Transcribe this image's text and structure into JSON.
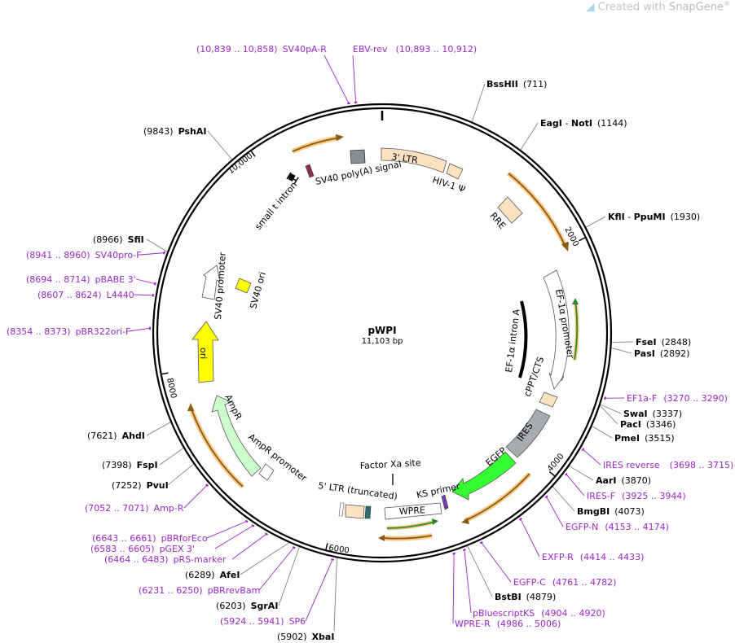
{
  "watermark": {
    "prefix": "Created with ",
    "brand": "SnapGene",
    "mark": "®"
  },
  "plasmid": {
    "name": "pWPI",
    "size_label": "11,103 bp",
    "length": 11103
  },
  "ticks": [
    {
      "pos": 2000,
      "label": "2000"
    },
    {
      "pos": 4000,
      "label": "4000"
    },
    {
      "pos": 6000,
      "label": "6000"
    },
    {
      "pos": 8000,
      "label": "8000"
    },
    {
      "pos": 10000,
      "label": "10,000"
    }
  ],
  "sites": [
    {
      "id": "bsshii",
      "name": "BssHII",
      "pos": "(711)",
      "bp": 711
    },
    {
      "id": "eagi",
      "name": "EagI",
      "sep": " - ",
      "name2": "NotI",
      "pos": "(1144)",
      "bp": 1144
    },
    {
      "id": "kfli",
      "name": "KflI",
      "sep": " - ",
      "name2": "PpuMI",
      "pos": "(1930)",
      "bp": 1930
    },
    {
      "id": "fsei",
      "name": "FseI",
      "pos": "(2848)",
      "bp": 2848
    },
    {
      "id": "pasi",
      "name": "PasI",
      "pos": "(2892)",
      "bp": 2892
    },
    {
      "id": "swai",
      "name": "SwaI",
      "pos": "(3337)",
      "bp": 3337
    },
    {
      "id": "paci",
      "name": "PacI",
      "pos": "(3346)",
      "bp": 3346
    },
    {
      "id": "pmei",
      "name": "PmeI",
      "pos": "(3515)",
      "bp": 3515
    },
    {
      "id": "aari",
      "name": "AarI",
      "pos": "(3870)",
      "bp": 3870
    },
    {
      "id": "bmgbi",
      "name": "BmgBI",
      "pos": "(4073)",
      "bp": 4073
    },
    {
      "id": "bstbi",
      "name": "BstBI",
      "pos": "(4879)",
      "bp": 4879
    },
    {
      "id": "xbai",
      "name": "XbaI",
      "pos": "(5902)",
      "bp": 5902
    },
    {
      "id": "sgrai",
      "name": "SgrAI",
      "pos": "(6203)",
      "bp": 6203
    },
    {
      "id": "afei",
      "name": "AfeI",
      "pos": "(6289)",
      "bp": 6289
    },
    {
      "id": "pvui",
      "name": "PvuI",
      "pos": "(7252)",
      "bp": 7252
    },
    {
      "id": "fspi",
      "name": "FspI",
      "pos": "(7398)",
      "bp": 7398
    },
    {
      "id": "ahdi",
      "name": "AhdI",
      "pos": "(7621)",
      "bp": 7621
    },
    {
      "id": "sfii",
      "name": "SfiI",
      "pos": "(8966)",
      "bp": 8966
    },
    {
      "id": "pshai",
      "name": "PshAI",
      "pos": "(9843)",
      "bp": 9843
    }
  ],
  "primers": [
    {
      "id": "sv40pa-r",
      "name": "SV40pA-R",
      "range": "(10,839 .. 10,858)",
      "bp": 10848
    },
    {
      "id": "ebv-rev",
      "name": "EBV-rev",
      "range": "(10,893 .. 10,912)",
      "bp": 10902
    },
    {
      "id": "ef1a-f",
      "name": "EF1a-F",
      "range": "(3270 .. 3290)",
      "bp": 3280
    },
    {
      "id": "ires-reverse",
      "name": "IRES reverse",
      "range": "(3698 .. 3715)",
      "bp": 3706
    },
    {
      "id": "ires-f",
      "name": "IRES-F",
      "range": "(3925 .. 3944)",
      "bp": 3934
    },
    {
      "id": "egfp-n",
      "name": "EGFP-N",
      "range": "(4153 .. 4174)",
      "bp": 4163
    },
    {
      "id": "exfp-r",
      "name": "EXFP-R",
      "range": "(4414 .. 4433)",
      "bp": 4423
    },
    {
      "id": "egfp-c",
      "name": "EGFP-C",
      "range": "(4761 .. 4782)",
      "bp": 4771
    },
    {
      "id": "pbluescriptks",
      "name": "pBluescriptKS",
      "range": "(4904 .. 4920)",
      "bp": 4912
    },
    {
      "id": "wpre-r",
      "name": "WPRE-R",
      "range": "(4986 .. 5006)",
      "bp": 4996
    },
    {
      "id": "sp6",
      "name": "SP6",
      "range": "(5924 .. 5941)",
      "bp": 5932
    },
    {
      "id": "pbrrevbam",
      "name": "pBRrevBam",
      "range": "(6231 .. 6250)",
      "bp": 6240
    },
    {
      "id": "prs-marker",
      "name": "pRS-marker",
      "range": "(6464 .. 6483)",
      "bp": 6473
    },
    {
      "id": "pgex3",
      "name": "pGEX 3'",
      "range": "(6583 .. 6605)",
      "bp": 6594
    },
    {
      "id": "pbrforeco",
      "name": "pBRforEco",
      "range": "(6643 .. 6661)",
      "bp": 6652
    },
    {
      "id": "amp-r",
      "name": "Amp-R",
      "range": "(7052 .. 7071)",
      "bp": 7061
    },
    {
      "id": "pbr322ori-f",
      "name": "pBR322ori-F",
      "range": "(8354 .. 8373)",
      "bp": 8363
    },
    {
      "id": "l4440",
      "name": "L4440",
      "range": "(8607 .. 8624)",
      "bp": 8615
    },
    {
      "id": "pbabe3",
      "name": "pBABE 3'",
      "range": "(8694 .. 8714)",
      "bp": 8704
    },
    {
      "id": "sv40pro-f",
      "name": "SV40pro-F",
      "range": "(8941 .. 8960)",
      "bp": 8950
    }
  ],
  "features": [
    {
      "id": "3ltr",
      "label": "3' LTR"
    },
    {
      "id": "hiv1-psi",
      "label": "HIV-1 Ψ"
    },
    {
      "id": "rre",
      "label": "RRE"
    },
    {
      "id": "ef1a-promoter",
      "label": "EF-1α promoter"
    },
    {
      "id": "ef1a-intron",
      "label": "EF-1α intron A"
    },
    {
      "id": "cppt",
      "label": "cPPT/CTS"
    },
    {
      "id": "ires",
      "label": "IRES"
    },
    {
      "id": "egfp",
      "label": "EGFP"
    },
    {
      "id": "ks-primer",
      "label": "KS primer"
    },
    {
      "id": "wpre",
      "label": "WPRE"
    },
    {
      "id": "factor-xa",
      "label": "Factor Xa site"
    },
    {
      "id": "5ltr",
      "label": "5' LTR (truncated)"
    },
    {
      "id": "ampr-promoter",
      "label": "AmpR promoter"
    },
    {
      "id": "ampr",
      "label": "AmpR"
    },
    {
      "id": "ori",
      "label": "ori"
    },
    {
      "id": "sv40-promoter",
      "label": "SV40 promoter"
    },
    {
      "id": "sv40-ori",
      "label": "SV40 ori"
    },
    {
      "id": "small-t",
      "label": "small t intron"
    },
    {
      "id": "sv40-polya",
      "label": "SV40 poly(A) signal"
    }
  ],
  "colors": {
    "backbone": "#000000",
    "primer": "#9b27c8",
    "ltr": "#fde2c2",
    "egfp": "#33ff33",
    "ires": "#a8abb0",
    "ampr": "#ccffcc",
    "ori": "#ffff00",
    "orf_line": "#8a5a14",
    "orf_halo": "#f7c886"
  }
}
